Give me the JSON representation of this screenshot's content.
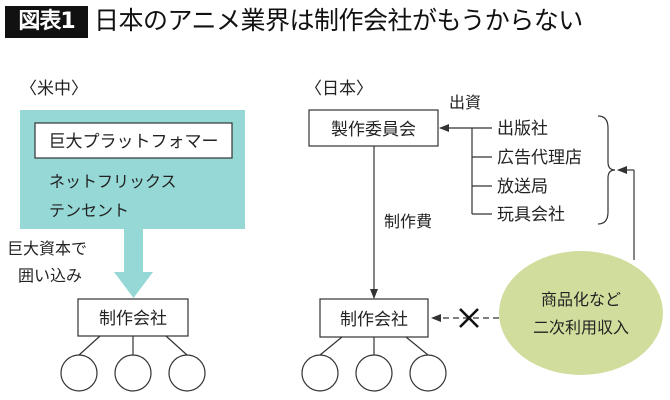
{
  "title": {
    "badge": "図表1",
    "text": "日本のアニメ業界は制作会社がもうからない"
  },
  "colors": {
    "teal": "#95d8d6",
    "green": "#d1dd9d",
    "line": "#333333",
    "dash": "#666666"
  },
  "left": {
    "section_label": "〈米中〉",
    "platform_box": "巨大プラットフォマー",
    "platforms": [
      "ネットフリックス",
      "テンセント"
    ],
    "arrow_caption": [
      "巨大資本で",
      "囲い込み"
    ],
    "studio_box": "制作会社",
    "subcontractor_count": 3
  },
  "right": {
    "section_label": "〈日本〉",
    "committee_box": "製作委員会",
    "investment_label": "出資",
    "investors": [
      "出版社",
      "広告代理店",
      "放送局",
      "玩具会社"
    ],
    "production_cost_label": "制作費",
    "studio_box": "制作会社",
    "revenue_ellipse": [
      "商品化など",
      "二次利用収入"
    ],
    "subcontractor_count": 3
  }
}
